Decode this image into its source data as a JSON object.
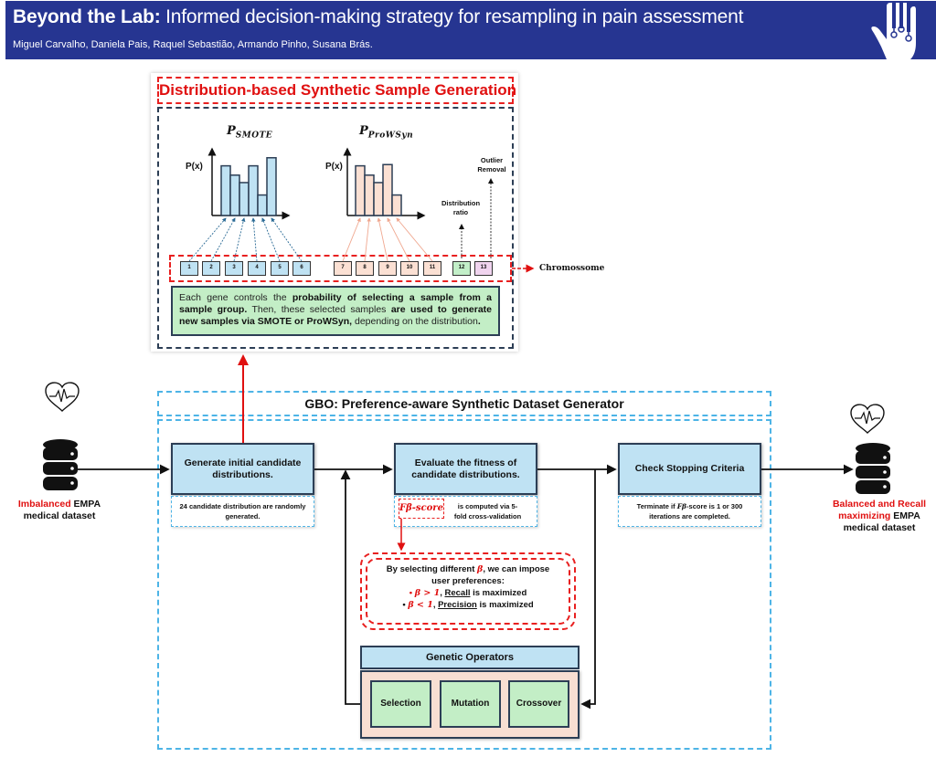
{
  "header": {
    "title_bold": "Beyond the Lab:",
    "title_rest": " Informed decision-making strategy for resampling in pain assessment",
    "authors": "Miguel Carvalho, Daniela Pais, Raquel Sebastião, Armando Pinho, Susana Brás.",
    "logo_icon": "hand-circuit-icon",
    "bg_color": "#263591"
  },
  "top_panel": {
    "title": "Distribution-based Synthetic Sample Generation",
    "smote_chart": {
      "title_main": "P",
      "title_sub": "SMOTE",
      "ylabel": "P(x)",
      "values": [
        0.8,
        0.65,
        0.53,
        0.8,
        0.33,
        0.93
      ]
    },
    "prowsyn_chart": {
      "title_main": "P",
      "title_sub": "ProWSyn",
      "ylabel": "P(x)",
      "values": [
        0.8,
        0.65,
        0.53,
        0.82,
        0.33
      ]
    },
    "distribution_ratio_label": "Distribution ratio",
    "outlier_removal_label": "Outlier Removal",
    "genes": [
      "1",
      "2",
      "3",
      "4",
      "5",
      "6",
      "7",
      "8",
      "9",
      "10",
      "11",
      "12",
      "13"
    ],
    "chromosome_label": "Chromossome",
    "desc": {
      "p1": "Each gene controls the ",
      "b1": "probability of selecting a sample from a sample group.",
      "p2": " Then, these selected samples ",
      "b2": "are used to generate new samples via SMOTE or ProWSyn,",
      "p3": " depending on the distribution",
      "b3": "."
    }
  },
  "left_dataset": {
    "label_red": "Imbalanced",
    "label_rest": " EMPA",
    "label_line2": "medical dataset"
  },
  "right_dataset": {
    "label_red1": "Balanced and Recall",
    "label_red2": "maximizing",
    "label_rest": " EMPA",
    "label_line3": "medical dataset"
  },
  "gbo": {
    "title": "GBO: Preference-aware Synthetic Dataset Generator",
    "step1": {
      "title": "Generate initial candidate distributions.",
      "note": "24 candidate distribution are randomly generated."
    },
    "step2": {
      "title": "Evaluate the fitness of candidate distributions.",
      "fbeta_tag": "Fβ-score",
      "note_a": "is computed via 5-",
      "note_b": "fold cross-validation"
    },
    "step3": {
      "title": "Check Stopping Criteria",
      "note_a": "Terminate if ",
      "note_fb": "Fβ",
      "note_b": "-score is 1 or 300 iterations are completed."
    },
    "preferences": {
      "line1_a": "By selecting different ",
      "beta": "β",
      "line1_b": ", we can impose",
      "line2": "user preferences:",
      "bullet1_expr": "β > 1",
      "bullet1_word": "Recall",
      "bullet1_rest": " is maximized",
      "bullet2_expr": "β < 1",
      "bullet2_word": "Precision",
      "bullet2_rest": " is maximized"
    },
    "genetic_operators": {
      "title": "Genetic Operators",
      "ops": [
        "Selection",
        "Mutation",
        "Crossover"
      ]
    }
  }
}
